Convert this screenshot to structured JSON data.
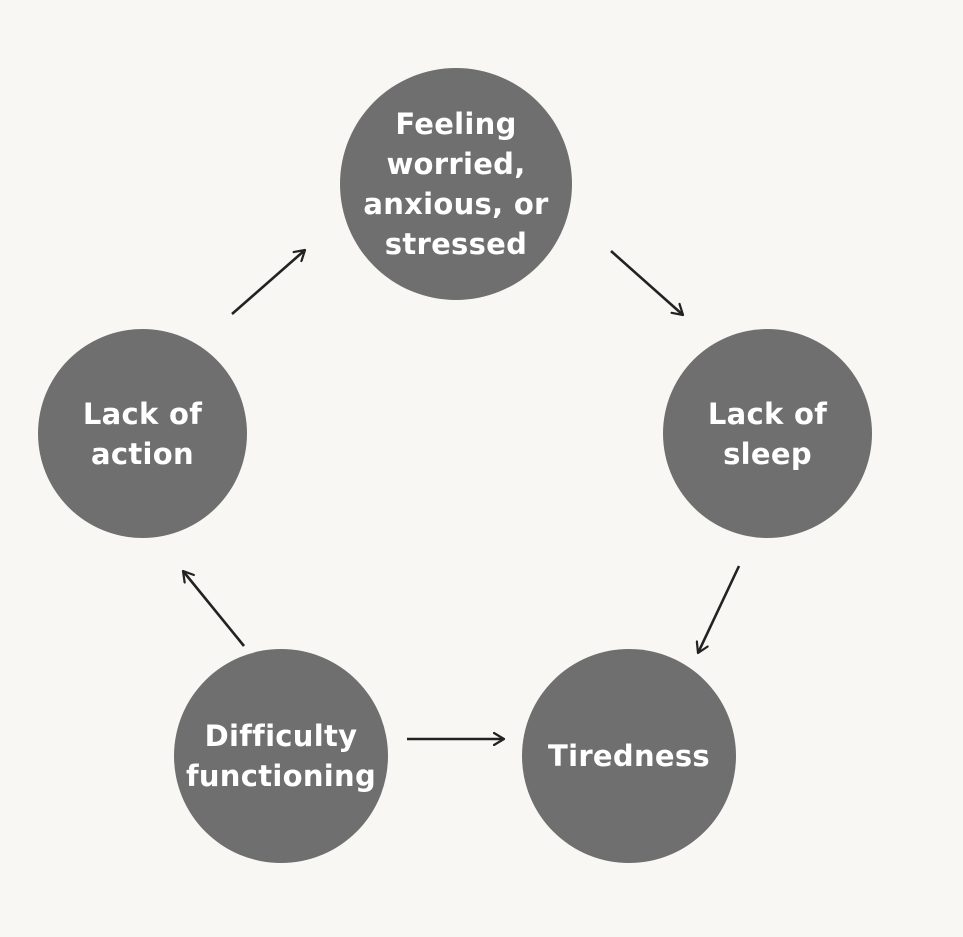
{
  "diagram": {
    "type": "cycle",
    "nodes": [
      {
        "id": "worried",
        "label": "Feeling worried, anxious, or stressed"
      },
      {
        "id": "sleep",
        "label": "Lack of sleep"
      },
      {
        "id": "tired",
        "label": "Tiredness"
      },
      {
        "id": "diff",
        "label": "Difficulty functioning"
      },
      {
        "id": "action",
        "label": "Lack of action"
      }
    ],
    "edges": [
      {
        "from": "worried",
        "to": "sleep"
      },
      {
        "from": "sleep",
        "to": "tired"
      },
      {
        "from": "diff",
        "to": "tired"
      },
      {
        "from": "diff",
        "to": "action"
      },
      {
        "from": "action",
        "to": "worried"
      }
    ],
    "colors": {
      "background": "#f8f7f3",
      "node_fill": "#6f6f6f",
      "node_text": "#ffffff",
      "arrow": "#222222"
    }
  }
}
